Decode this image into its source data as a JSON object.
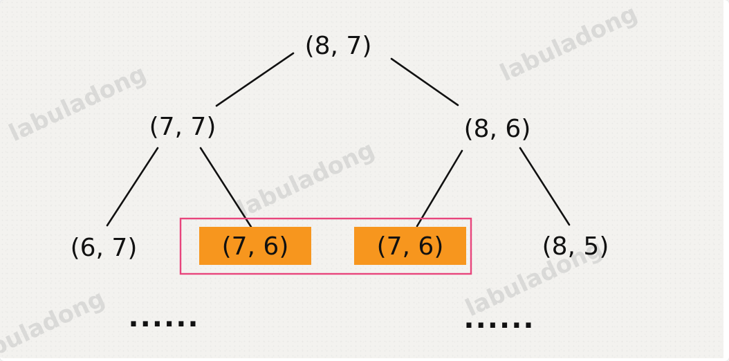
{
  "watermark": "labuladong",
  "nodes": {
    "root": "(8, 7)",
    "left": "(7, 7)",
    "right": "(8, 6)",
    "left_left": "(6, 7)",
    "left_right": "(7, 6)",
    "right_left": "(7, 6)",
    "right_right": "(8, 5)"
  },
  "ellipsis_left": "......",
  "ellipsis_right": "......",
  "colors": {
    "highlight_fill": "#f7961e",
    "highlight_box": "#e8457c",
    "text": "#111111",
    "background": "#f3f2ef"
  }
}
